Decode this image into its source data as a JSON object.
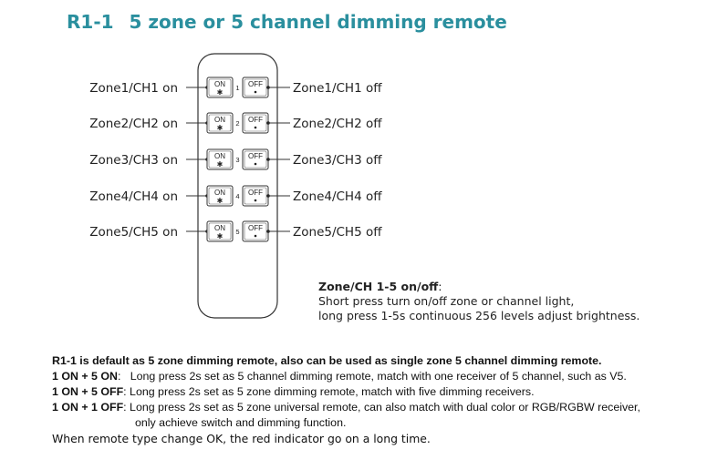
{
  "title": {
    "model": "R1-1",
    "text": "5 zone or 5 channel dimming remote"
  },
  "remote": {
    "on_label": "ON",
    "off_label": "OFF",
    "rows": [
      {
        "number": "1",
        "left": "Zone1/CH1 on",
        "right": "Zone1/CH1 off"
      },
      {
        "number": "2",
        "left": "Zone2/CH2 on",
        "right": "Zone2/CH2 off"
      },
      {
        "number": "3",
        "left": "Zone3/CH3 on",
        "right": "Zone3/CH3 off"
      },
      {
        "number": "4",
        "left": "Zone4/CH4 on",
        "right": "Zone4/CH4 off"
      },
      {
        "number": "5",
        "left": "Zone5/CH5 on",
        "right": "Zone5/CH5 off"
      }
    ]
  },
  "zone_desc": {
    "head": "Zone/CH 1-5 on/off",
    "colon": ":",
    "line1": "Short press turn on/off zone or channel light,",
    "line2": "long press 1-5s continuous 256 levels adjust brightness."
  },
  "notes": {
    "head": "R1-1 is default as 5 zone dimming remote, also can be used as single zone 5 channel dimming remote.",
    "items": [
      {
        "key": "1 ON + 5 ON",
        "sep": ":   ",
        "text": "Long press 2s set as 5 channel dimming remote, match with one receiver of 5 channel, such as V5."
      },
      {
        "key": "1 ON + 5 OFF",
        "sep": ": ",
        "text": "Long press 2s set as 5 zone dimming remote, match with five dimming receivers."
      },
      {
        "key": "1 ON + 1 OFF",
        "sep": ": ",
        "text": "Long press 2s set as 5 zone universal remote, can also match with dual color or RGB/RGBW receiver,"
      }
    ],
    "continuation": "only achieve switch and dimming function.",
    "footer": "When remote type change OK, the red indicator go on a long time."
  }
}
